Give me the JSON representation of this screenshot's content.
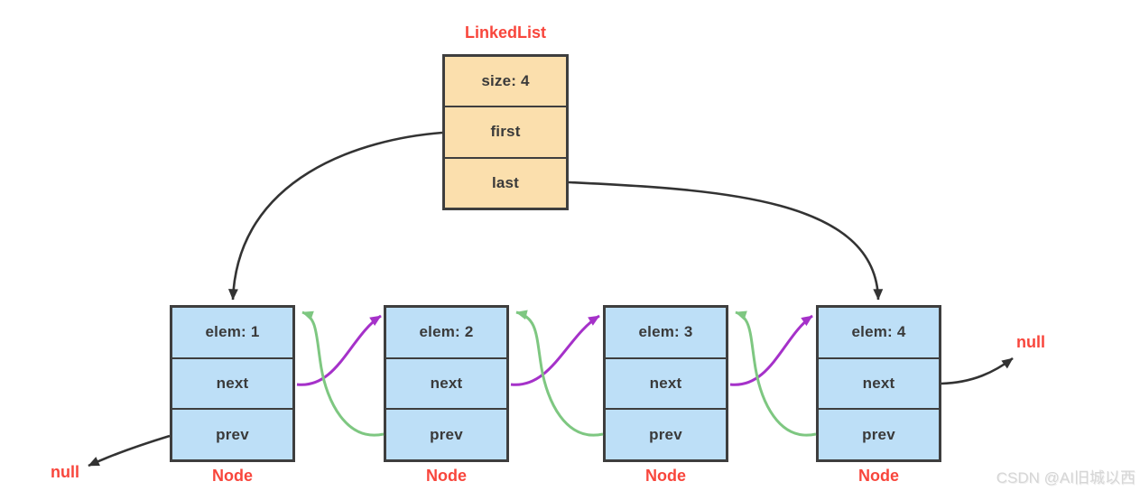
{
  "diagram": {
    "title": "LinkedList",
    "linkedlist": {
      "cells": {
        "size": "size: 4",
        "first": "first",
        "last": "last"
      }
    },
    "nodes": [
      {
        "elem": "elem: 1",
        "next": "next",
        "prev": "prev",
        "label": "Node"
      },
      {
        "elem": "elem: 2",
        "next": "next",
        "prev": "prev",
        "label": "Node"
      },
      {
        "elem": "elem: 3",
        "next": "next",
        "prev": "prev",
        "label": "Node"
      },
      {
        "elem": "elem: 4",
        "next": "next",
        "prev": "prev",
        "label": "Node"
      }
    ],
    "null_left": "null",
    "null_right": "null",
    "watermark": "CSDN @AI旧城以西"
  },
  "colors": {
    "orange": "#fbdfad",
    "blue": "#bddff7",
    "border": "#3e3e3e",
    "red": "#f8463c",
    "purple": "#a531c9",
    "green": "#7ec781",
    "arrow": "#333333",
    "text": "#3a3a3a",
    "watermark": "#d6d6d6"
  }
}
